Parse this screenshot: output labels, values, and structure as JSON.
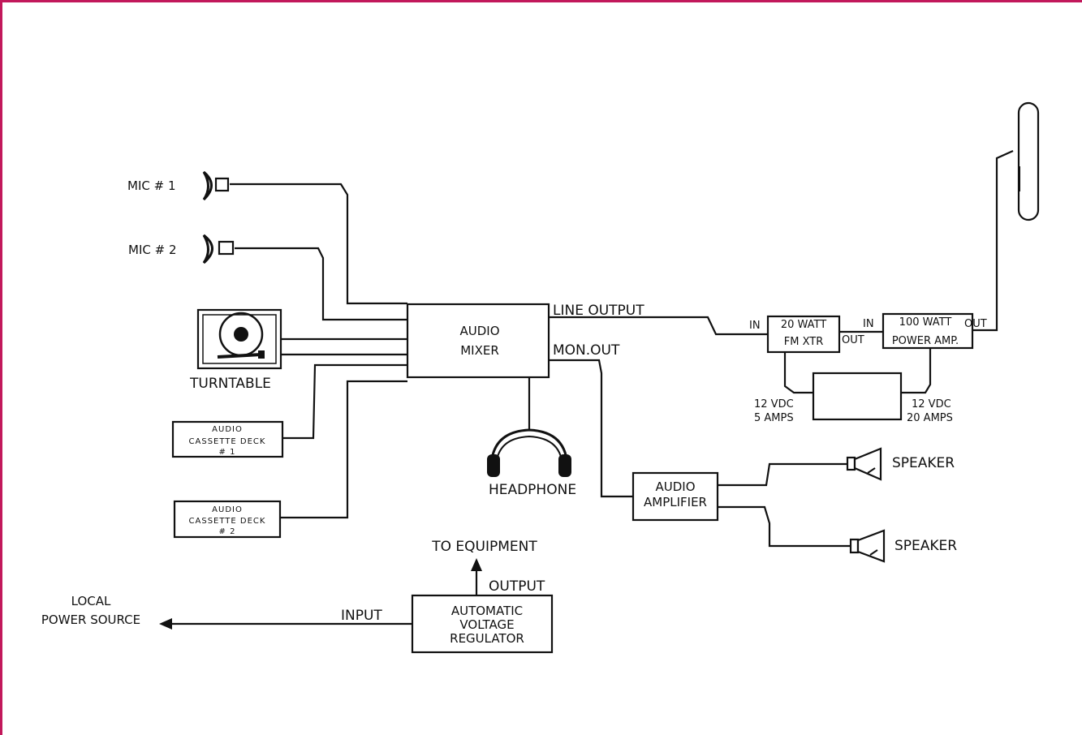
{
  "labels": {
    "mic1": "MIC # 1",
    "mic2": "MIC # 2",
    "turntable": "TURNTABLE",
    "cassette1_line1": "AUDIO",
    "cassette1_line2": "CASSETTE DECK",
    "cassette1_line3": "# 1",
    "cassette2_line1": "AUDIO",
    "cassette2_line2": "CASSETTE DECK",
    "cassette2_line3": "# 2",
    "mixer_line1": "AUDIO",
    "mixer_line2": "MIXER",
    "line_output": "LINE OUTPUT",
    "mon_out": "MON.OUT",
    "headphone": "HEADPHONE",
    "xtr_in": "IN",
    "xtr_line1": "20 WATT",
    "xtr_line2": "FM XTR",
    "xtr_out": "OUT",
    "amp_in": "IN",
    "amp_line1": "100 WATT",
    "amp_line2": "POWER AMP.",
    "amp_out": "OUT",
    "psu1_line1": "12 VDC",
    "psu1_line2": "5 AMPS",
    "psu2_line1": "12 VDC",
    "psu2_line2": "20 AMPS",
    "audio_amp_line1": "AUDIO",
    "audio_amp_line2": "AMPLIFIER",
    "speaker1": "SPEAKER",
    "speaker2": "SPEAKER",
    "to_equipment": "TO EQUIPMENT",
    "output": "OUTPUT",
    "input": "INPUT",
    "local_line1": "LOCAL",
    "local_line2": "POWER SOURCE",
    "avr_line1": "AUTOMATIC",
    "avr_line2": "VOLTAGE",
    "avr_line3": "REGULATOR"
  }
}
